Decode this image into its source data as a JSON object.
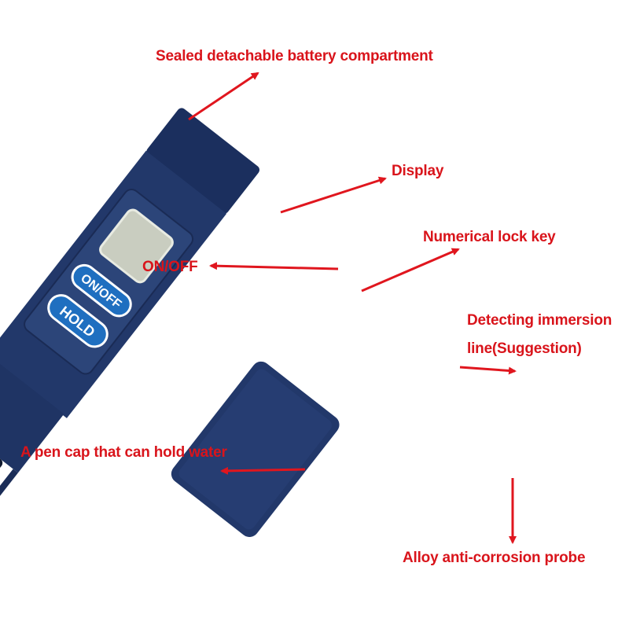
{
  "labels": {
    "battery": "Sealed detachable battery compartment",
    "display": "Display",
    "lock_key": "Numerical lock key",
    "on_off": "ON/OFF",
    "immersion_line1": "Detecting immersion",
    "immersion_line2": "line(Suggestion)",
    "pen_cap": "A pen cap that can hold water",
    "probe": "Alloy anti-corrosion probe"
  },
  "device": {
    "on_off_button": "ON/OFF",
    "hold_button": "HOLD"
  },
  "colors": {
    "annotation": "#d9141b",
    "body": "#22386a",
    "body_dark": "#162650",
    "panel": "#2c4579",
    "lcd": "#c9cdc0",
    "button_blue": "#1f6fc0"
  }
}
